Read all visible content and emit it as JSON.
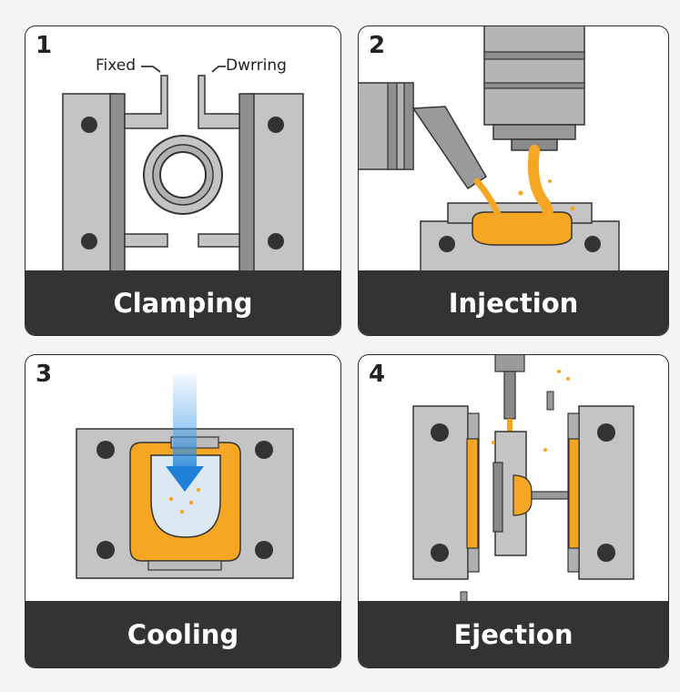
{
  "steps": [
    {
      "number": "1",
      "caption": "Clamping",
      "labels": {
        "fixed": "Fixed",
        "moving": "Dwrring"
      }
    },
    {
      "number": "2",
      "caption": "Injection"
    },
    {
      "number": "3",
      "caption": "Cooling"
    },
    {
      "number": "4",
      "caption": "Ejection"
    }
  ],
  "colors": {
    "plate": "#bdbdbd",
    "plate_dark": "#8f8f8f",
    "outline": "#333333",
    "molten_plastic": "#f5a623",
    "coolant": "#3d9be9",
    "caption_bg": "#333333"
  }
}
